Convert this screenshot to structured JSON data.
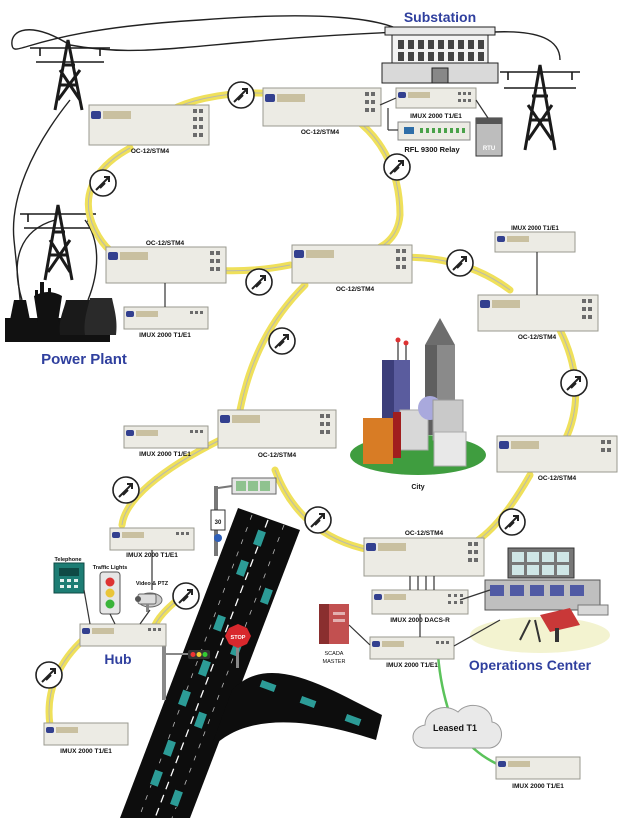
{
  "labels": {
    "substation": "Substation",
    "power_plant": "Power Plant",
    "hub": "Hub",
    "operations_center": "Operations Center",
    "city": "City",
    "leased_t1": "Leased T1",
    "rfl_relay": "RFL 9300 Relay",
    "rtu": "RTU",
    "telephone": "Telephone",
    "traffic_lights": "Traffic Lights",
    "video_ptz": "Video & PTZ",
    "scada_master_1": "SCADA",
    "scada_master_2": "MASTER",
    "stop": "STOP",
    "speed": "30"
  },
  "devices": {
    "oc12_a": "OC-12/STM4",
    "oc12_b": "OC-12/STM4",
    "oc12_c": "OC-12/STM4",
    "oc12_d": "OC-12/STM4",
    "oc12_e": "OC-12/STM4",
    "oc12_f": "OC-12/STM4",
    "oc12_g": "OC-12/STM4",
    "oc12_h": "OC-12/STM4",
    "imux_sub": "IMUX 2000 T1/E1",
    "imux_right": "IMUX 2000 T1/E1",
    "imux_plant": "IMUX 2000 T1/E1",
    "imux_left": "IMUX 2000 T1/E1",
    "imux_hub_top": "IMUX 2000 T1/E1",
    "imux_hub_bottom": "IMUX 2000 T1/E1",
    "imux_dacs": "IMUX 2000 DACS-R",
    "imux_ops": "IMUX 2000 T1/E1",
    "imux_leased": "IMUX 2000 T1/E1"
  },
  "colors": {
    "fiber_ring": "#efe05a",
    "leased_link": "#5bc35b",
    "title_blue": "#2f3f9e",
    "city_ground": "#3f9d3f",
    "stop_sign": "#d8282d",
    "road": "#0d0d0d",
    "vehicle": "#2c9c97"
  }
}
